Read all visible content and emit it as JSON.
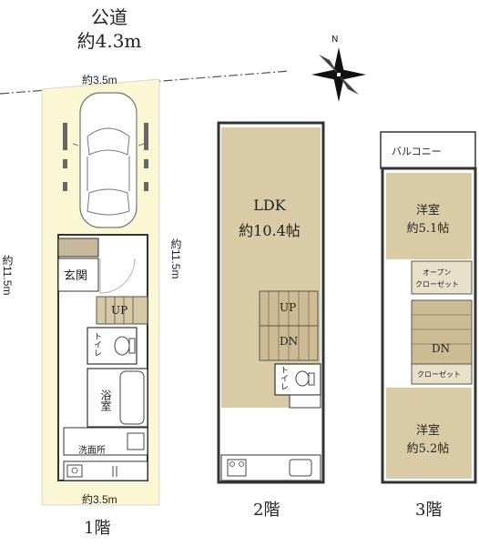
{
  "road": {
    "line1": "公道",
    "line2": "約4.3m"
  },
  "compass": {
    "north_letter": "N"
  },
  "floor1": {
    "top_width": "約3.5m",
    "bottom_width": "約3.5m",
    "left_depth": "約11.5m",
    "right_depth": "約11.5m",
    "entrance": "玄関",
    "stairs_up": "UP",
    "toilet": "トイレ",
    "bath": "浴室",
    "washroom": "洗面所",
    "floor_label": "1階"
  },
  "floor2": {
    "ldk": "LDK",
    "ldk_size": "約10.4帖",
    "stairs_up": "UP",
    "stairs_down": "DN",
    "toilet": "トイレ",
    "floor_label": "2階"
  },
  "floor3": {
    "balcony": "バルコニー",
    "room1": "洋室",
    "room1_size": "約5.1帖",
    "open_closet_1": "オープン",
    "open_closet_2": "クローゼット",
    "stairs_down": "DN",
    "closet": "クローゼット",
    "room2": "洋室",
    "room2_size": "約5.2帖",
    "floor_label": "3階"
  }
}
